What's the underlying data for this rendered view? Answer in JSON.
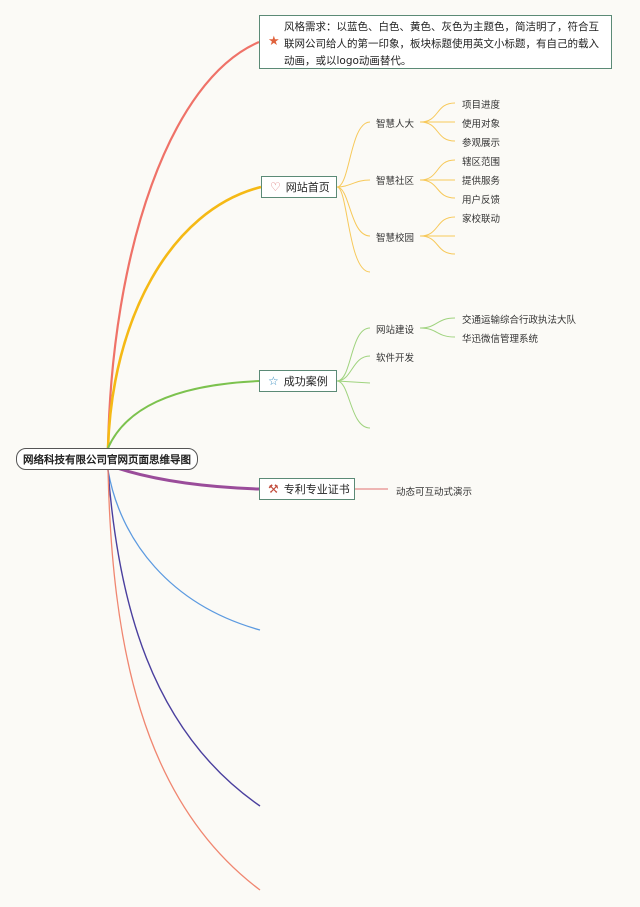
{
  "root": {
    "label": "网络科技有限公司官网页面思维导图"
  },
  "note": {
    "text": "风格需求：以蓝色、白色、黄色、灰色为主题色，简洁明了，符合互联网公司给人的第一印象，板块标题使用英文小标题，有自己的载入动画，或以logo动画替代。",
    "icon": "star-icon"
  },
  "branches": {
    "homepage": {
      "label": "网站首页",
      "icon": "heart-icon",
      "color": "#f5b915",
      "children": [
        {
          "label": "智慧人大",
          "items": [
            "项目进度",
            "使用对象",
            "参观展示"
          ]
        },
        {
          "label": "智慧社区",
          "items": [
            "辖区范围",
            "提供服务",
            "用户反馈"
          ]
        },
        {
          "label": "智慧校园",
          "items": [
            "家校联动"
          ]
        }
      ]
    },
    "cases": {
      "label": "成功案例",
      "icon": "star-outline-icon",
      "color": "#7cc24e",
      "children": [
        {
          "label": "网站建设",
          "items": [
            "交通运输综合行政执法大队",
            "华迅微信管理系统"
          ]
        },
        {
          "label": "软件开发",
          "items": []
        }
      ]
    },
    "patents": {
      "label": "专利专业证书",
      "icon": "tools-icon",
      "color": "#9a4c9a",
      "children": [
        {
          "label": "动态可互动式演示"
        }
      ]
    }
  },
  "colors": {
    "note_branch": "#ef7268",
    "blue_branch": "#5c9ae0",
    "navy_branch": "#4a3f9e",
    "salmon_branch": "#f08670",
    "patent_child_line": "#e07070"
  }
}
